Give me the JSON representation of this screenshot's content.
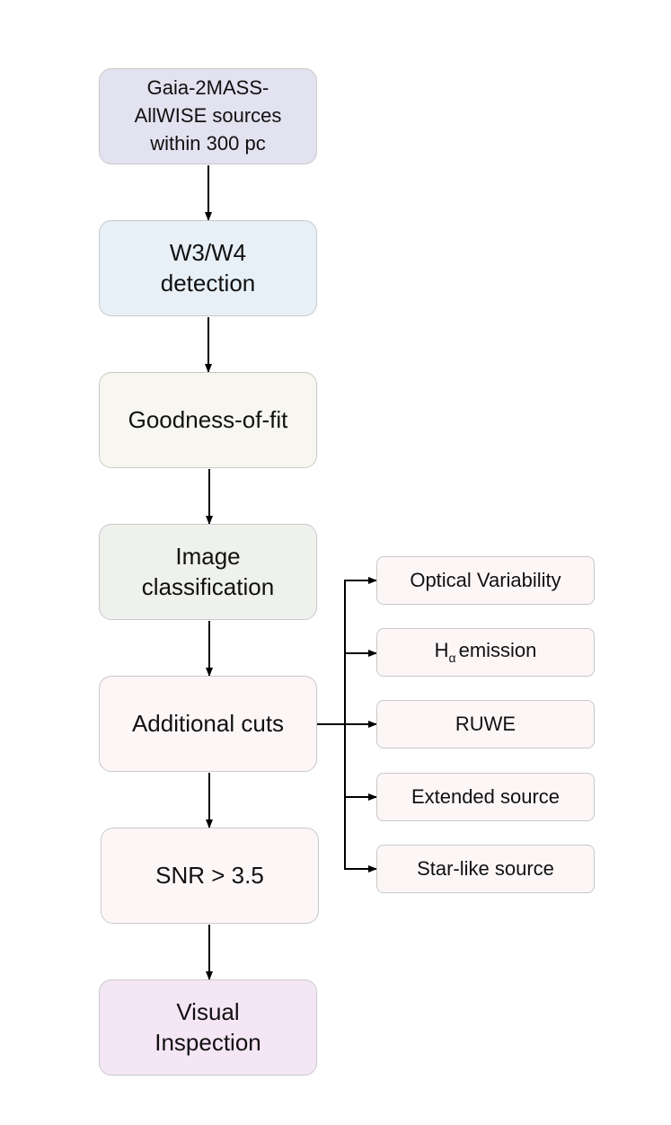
{
  "flowchart": {
    "main_steps": [
      {
        "label": "Gaia-2MASS-\nAllWISE sources\nwithin 300 pc",
        "color": "#e3e2f0"
      },
      {
        "label": "W3/W4\ndetection",
        "color": "#e7f0f7"
      },
      {
        "label": "Goodness-of-fit",
        "color": "#f7f6f0"
      },
      {
        "label": "Image\nclassification",
        "color": "#eef1ec"
      },
      {
        "label": "Additional cuts",
        "color": "#fcf6f6"
      },
      {
        "label": "SNR > 3.5",
        "color": "#fcf6f6"
      },
      {
        "label": "Visual\nInspection",
        "color": "#f5e6f5"
      }
    ],
    "additional_cuts": [
      {
        "label": "Optical Variability"
      },
      {
        "label": "H",
        "subscript": "α",
        "suffix": "emission"
      },
      {
        "label": "RUWE"
      },
      {
        "label": "Extended source"
      },
      {
        "label": "Star-like source"
      }
    ],
    "side_color": "#fcf6f6",
    "arrow_color": "#000000"
  }
}
